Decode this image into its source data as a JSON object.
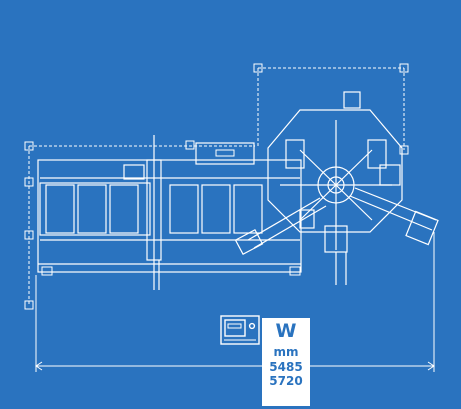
{
  "colors": {
    "background": "#2a73bf",
    "line": "#ffffff",
    "label_text": "#2a73bf"
  },
  "dimension_label": {
    "symbol": "W",
    "unit": "mm",
    "values": [
      "5485",
      "5720"
    ]
  },
  "icons": {
    "control_panel": "control-panel-icon"
  }
}
